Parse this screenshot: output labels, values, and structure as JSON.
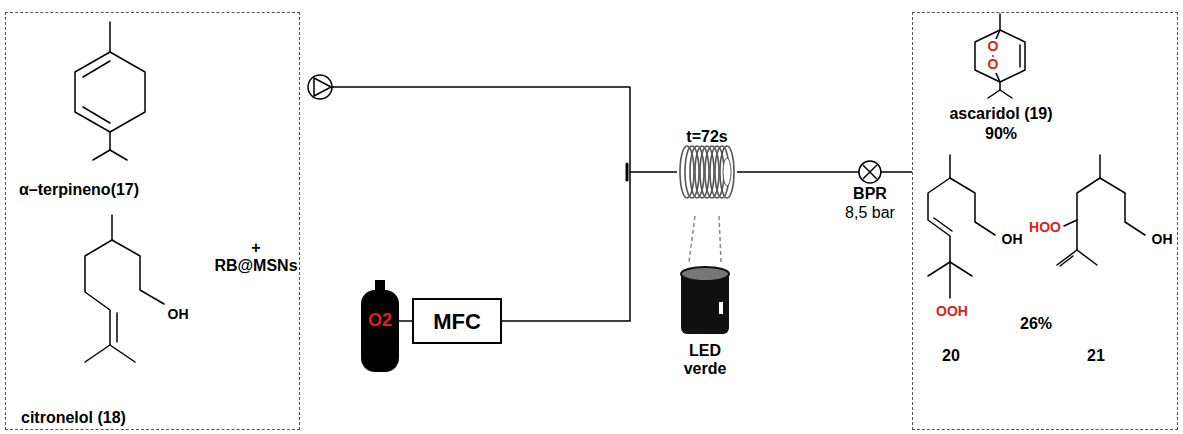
{
  "diagram": {
    "nodes": [
      {
        "text": [
          "α–terpineno(17)",
          "citronelol (18)",
          "+",
          "RB@MSNs"
        ]
      },
      {
        "text": [
          "O2"
        ]
      },
      {
        "text": [
          "MFC"
        ]
      },
      {
        "text": [
          "t=72s"
        ]
      },
      {
        "text": [
          "LED verde"
        ]
      },
      {
        "text": [
          "BPR",
          "8,5 bar"
        ]
      },
      {
        "text": [
          "ascaridol (19)",
          "90%",
          "20",
          "26%",
          "21"
        ]
      }
    ],
    "edges": [
      {
        "from": 1,
        "to": 2,
        "arrow": "none"
      },
      {
        "from": 2,
        "to": 3,
        "arrow": "none"
      },
      {
        "from": 3,
        "to": 4,
        "arrow": "none"
      },
      {
        "from": 3,
        "to": 5,
        "arrow": "none"
      },
      {
        "from": 5,
        "to": 6,
        "arrow": "none"
      }
    ],
    "labels": [
      "OH",
      "O",
      "O",
      "OH",
      "OOH",
      "HOO",
      "OH"
    ]
  }
}
